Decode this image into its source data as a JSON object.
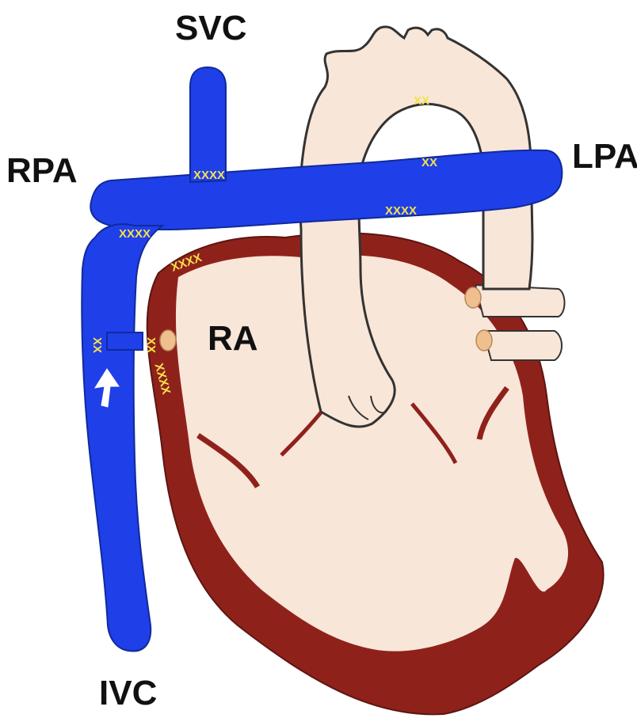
{
  "labels": {
    "svc": "SVC",
    "rpa": "RPA",
    "lpa": "LPA",
    "ra": "RA",
    "ivc": "IVC"
  },
  "sutures": {
    "svc_rpa": "XXXX",
    "aortic_arch": "XX",
    "lpa_upper": "XX",
    "lpa_lower": "XXXX",
    "rpa_ivc": "XXXX",
    "ra_top": "XXXX",
    "conduit_left": "XX",
    "conduit_right": "XX",
    "ra_side": "XXXX"
  },
  "colors": {
    "venous_blue": "#1f3fe8",
    "myocardium": "#8f211b",
    "tissue": "#f8e6d8",
    "suture": "#f4e24a",
    "arrow": "#ffffff",
    "nodule": "#f0bf8f"
  }
}
